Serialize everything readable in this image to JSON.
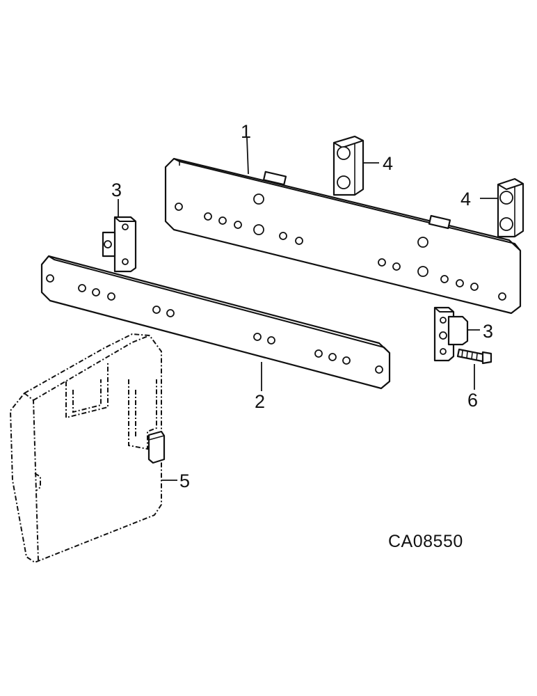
{
  "callouts": [
    {
      "id": "1",
      "label": "1"
    },
    {
      "id": "2",
      "label": "2"
    },
    {
      "id": "3a",
      "label": "3"
    },
    {
      "id": "3b",
      "label": "3"
    },
    {
      "id": "4a",
      "label": "4"
    },
    {
      "id": "4b",
      "label": "4"
    },
    {
      "id": "5",
      "label": "5"
    },
    {
      "id": "6",
      "label": "6"
    }
  ],
  "reference_code": "CA08550"
}
